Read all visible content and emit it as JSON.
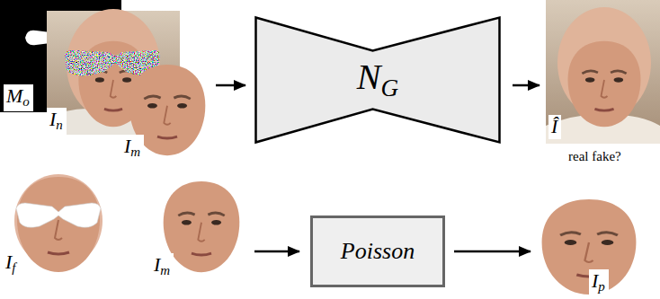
{
  "diagram": {
    "nodes": [
      {
        "text": [
          "Mo"
        ]
      },
      {
        "text": [
          "In"
        ]
      },
      {
        "text": [
          "Im"
        ]
      },
      {
        "text": [
          "NG"
        ]
      },
      {
        "text": [
          "Î"
        ]
      },
      {
        "text": [
          "If"
        ]
      },
      {
        "text": [
          "Im"
        ]
      },
      {
        "text": [
          "Poisson"
        ]
      },
      {
        "text": [
          "Ip"
        ]
      }
    ],
    "edges": [
      {
        "from": 2,
        "to": 3,
        "arrow": "to"
      },
      {
        "from": 3,
        "to": 4,
        "arrow": "to"
      },
      {
        "from": 6,
        "to": 7,
        "arrow": "to"
      },
      {
        "from": 7,
        "to": 8,
        "arrow": "to"
      }
    ],
    "labels": [
      "real fake?"
    ]
  }
}
